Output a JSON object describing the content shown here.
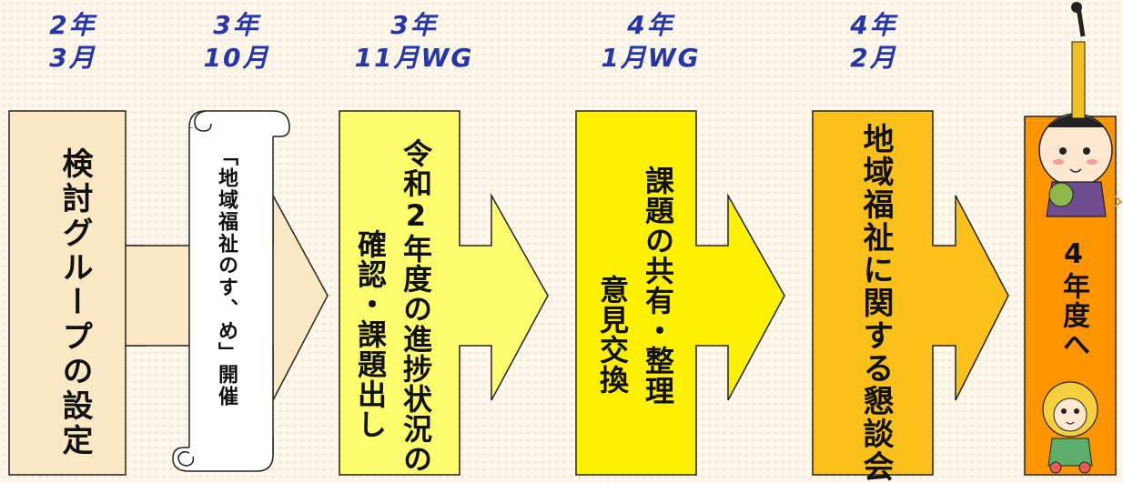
{
  "stages": [
    {
      "year": "2年",
      "month": "3月",
      "text": [
        "検討グループの設定"
      ]
    },
    {
      "year": "3年",
      "month": "10月",
      "text": [
        "「地域福祉のす、め」開催"
      ]
    },
    {
      "year": "3年",
      "month": "11月WG",
      "text": [
        "令和2年度の進捗状況の",
        "確認・課題出し"
      ]
    },
    {
      "year": "4年",
      "month": "1月WG",
      "text": [
        "課題の共有・整理",
        "意見交換"
      ]
    },
    {
      "year": "4年",
      "month": "2月",
      "text": [
        "地域福祉に関する懇談会"
      ]
    }
  ],
  "final": {
    "text": "4年度へ"
  },
  "colors": {
    "label": "#2436a8",
    "stage1": "#fbe9c5",
    "stage2": "#ffffff",
    "stage3": "#fdfd6e",
    "stage4": "#fdf100",
    "stage5": "#fbc11a",
    "final": "#ff9500",
    "outline": "#222222"
  },
  "icons": {
    "mascot_top": "samurai-mascot-icon",
    "mascot_bottom": "lion-mascot-icon"
  }
}
